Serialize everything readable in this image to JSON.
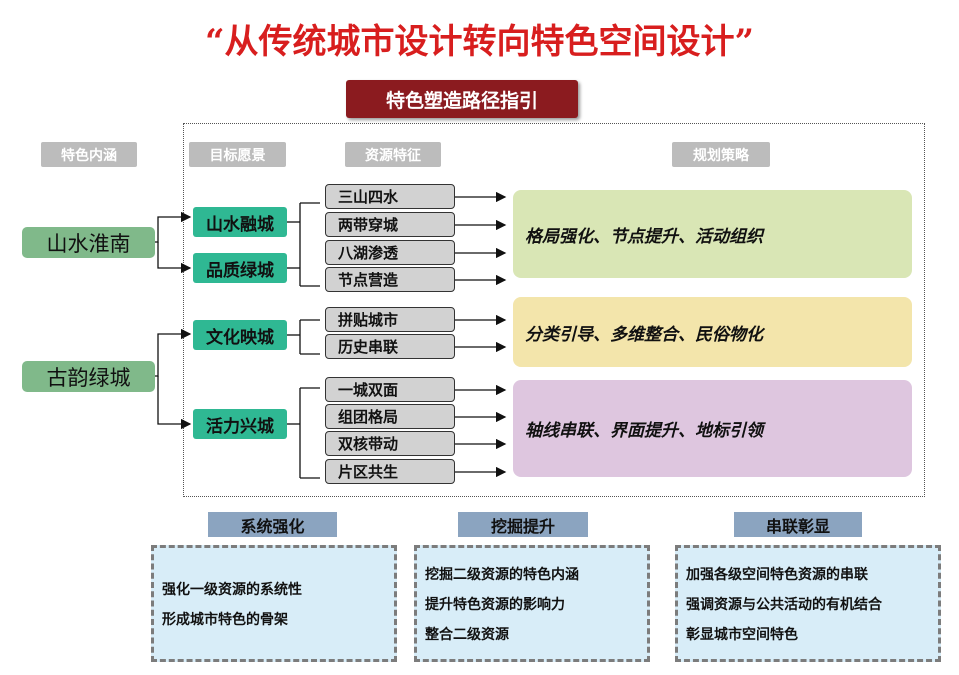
{
  "title": "“从传统城市设计转向特色空间设计”",
  "header": "特色塑造路径指引",
  "columns": [
    "特色内涵",
    "目标愿景",
    "资源特征",
    "规划策略"
  ],
  "connotations": [
    "山水淮南",
    "古韵绿城"
  ],
  "goals": [
    "山水融城",
    "品质绿城",
    "文化映城",
    "活力兴城"
  ],
  "resources": [
    "三山四水",
    "两带穿城",
    "八湖渗透",
    "节点营造",
    "拼贴城市",
    "历史串联",
    "一城双面",
    "组团格局",
    "双核带动",
    "片区共生"
  ],
  "strategies": [
    "格局强化、节点提升、活动组织",
    "分类引导、多维整合、民俗物化",
    "轴线串联、界面提升、地标引领"
  ],
  "bottom": [
    {
      "label": "系统强化",
      "lines": [
        "强化一级资源的系统性",
        "形成城市特色的骨架"
      ]
    },
    {
      "label": "挖掘提升",
      "lines": [
        "挖掘二级资源的特色内涵",
        "提升特色资源的影响力",
        "整合二级资源"
      ]
    },
    {
      "label": "串联彰显",
      "lines": [
        "加强各级空间特色资源的串联",
        "强调资源与公共活动的有机结合",
        "彰显城市空间特色"
      ]
    }
  ],
  "colors": {
    "title": "#d81e1e",
    "header": "#8b1b1f",
    "goal": "#2fb893",
    "connotation": "#80b98a",
    "strategy_green": "#d9e6b5",
    "strategy_yellow": "#f3e5ab",
    "strategy_purple": "#dec6df",
    "bottom_box": "#d8edf8"
  }
}
